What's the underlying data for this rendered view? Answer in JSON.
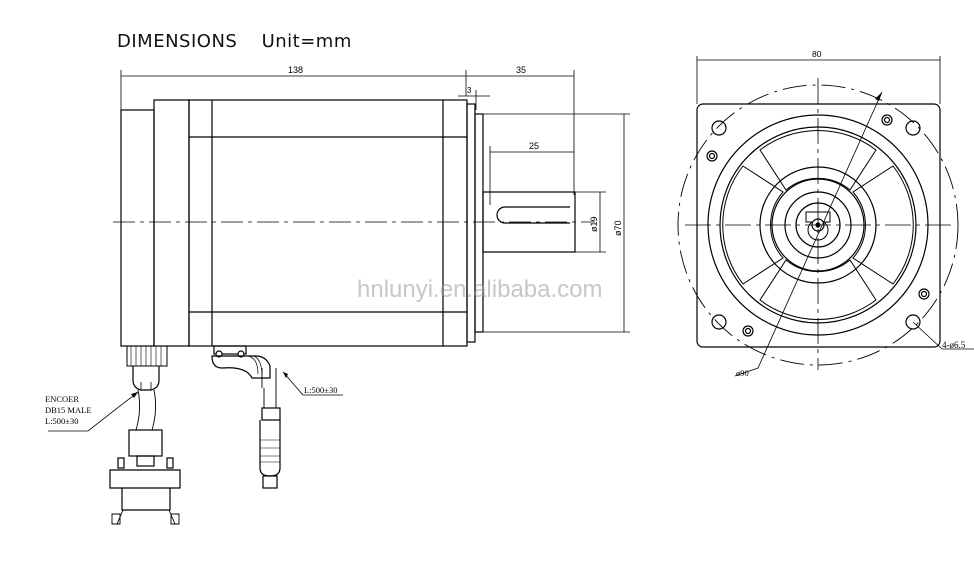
{
  "title": {
    "main": "DIMENSIONS",
    "unit": "Unit=mm"
  },
  "watermark": "hnlunyi.en.alibaba.com",
  "dims": {
    "total_length": "138",
    "shaft_length": "35",
    "flange_thickness": "3",
    "key_length": "25",
    "shaft_dia": "ø19",
    "pilot_dia": "ø70",
    "flange_width": "80",
    "pcd": "ø90",
    "holes": "4-ø6.5"
  },
  "callouts": {
    "encoder": [
      "ENCOER",
      "DB15 MALE",
      "L:500±30"
    ],
    "power_cable": "L:500±30"
  }
}
